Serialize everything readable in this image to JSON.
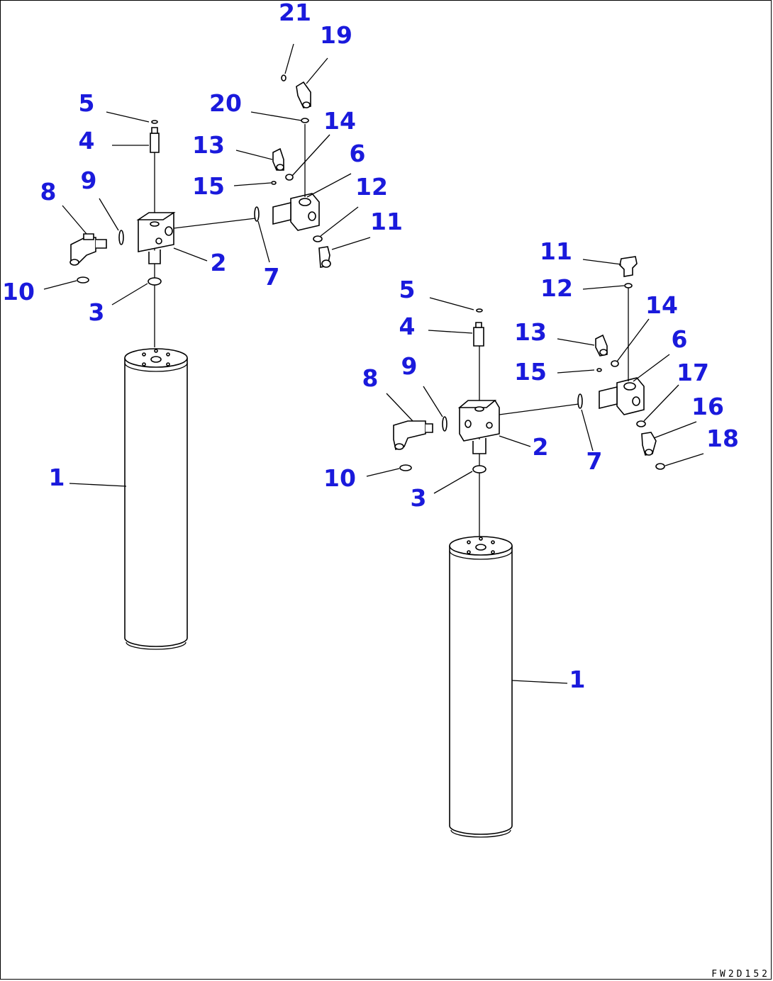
{
  "drawing_code": "FW2D152",
  "left_assembly": {
    "callouts": [
      "1",
      "2",
      "3",
      "4",
      "5",
      "6",
      "7",
      "8",
      "9",
      "10",
      "11",
      "12",
      "13",
      "14",
      "15",
      "19",
      "20",
      "21"
    ]
  },
  "right_assembly": {
    "callouts": [
      "1",
      "2",
      "3",
      "4",
      "5",
      "6",
      "7",
      "8",
      "9",
      "10",
      "11",
      "12",
      "13",
      "14",
      "15",
      "16",
      "17",
      "18"
    ]
  }
}
